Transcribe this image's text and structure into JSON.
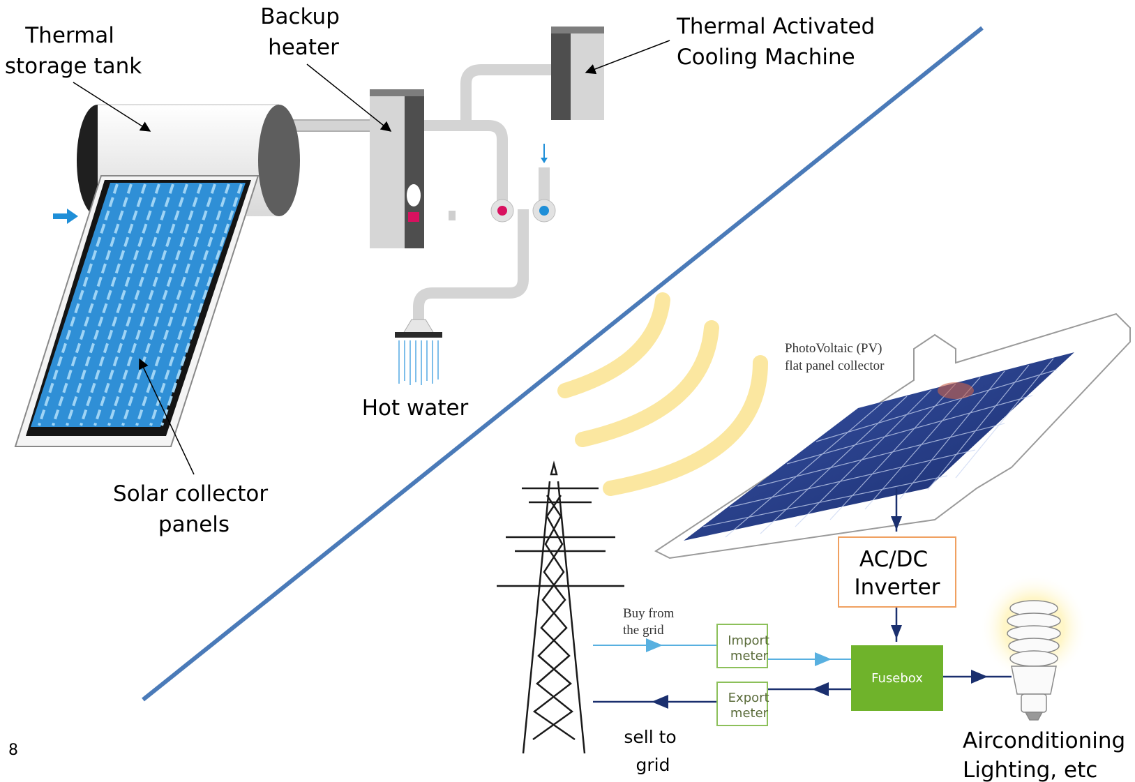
{
  "slide_number": "8",
  "thermal_system": {
    "labels": {
      "thermal_storage_tank": [
        "Thermal",
        "storage tank"
      ],
      "backup_heater": [
        "Backup",
        "heater"
      ],
      "cooling_machine": [
        "Thermal Activated",
        "Cooling Machine"
      ],
      "solar_collector": [
        "Solar collector",
        "panels"
      ],
      "hot_water": "Hot water"
    }
  },
  "pv_system": {
    "labels": {
      "pv_collector": [
        "PhotoVoltaic (PV)",
        "flat panel collector"
      ],
      "inverter": [
        "AC/DC",
        "Inverter"
      ],
      "buy_from_grid": [
        "Buy from",
        "the grid"
      ],
      "import_meter": [
        "Import",
        "meter"
      ],
      "export_meter": [
        "Export",
        "meter"
      ],
      "fusebox": "Fusebox",
      "sell_to_grid": [
        "sell to",
        "grid"
      ],
      "loads": [
        "Airconditioning",
        "Lighting, etc"
      ]
    }
  },
  "colors": {
    "divider": "#4a7ab8",
    "collector_blue": "#2f8fd6",
    "pv_navy": "#1c2e6e",
    "fusebox_green": "#6fb32b",
    "inverter_border": "#f0a060",
    "meter_border": "#8cc05a",
    "arrow_dark": "#1a2f6e",
    "arrow_light": "#58b0e0",
    "hot_dot": "#d8115f",
    "cold_dot": "#1f8fd8"
  }
}
